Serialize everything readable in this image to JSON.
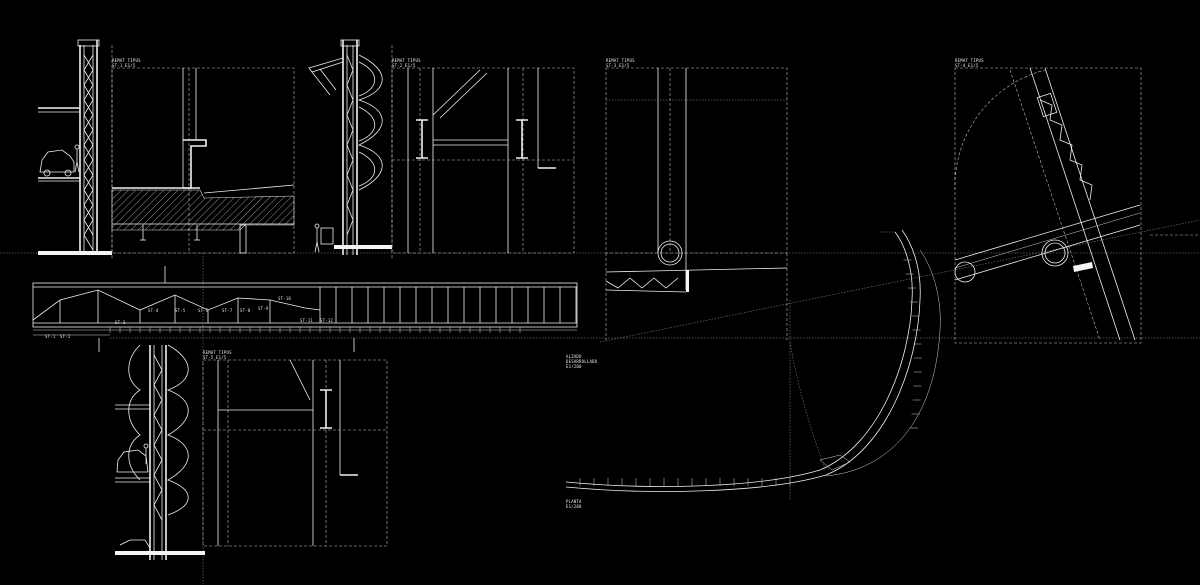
{
  "background": "#000000",
  "line_color": "#f0f0f0",
  "labels": {
    "detail_1": {
      "title": "REMAT TIPUS",
      "scale": "ST-1 E1/5"
    },
    "detail_2": {
      "title": "REMAT TIPUS",
      "scale": "ST-2 E1/5"
    },
    "detail_3": {
      "title": "REMAT TIPUS",
      "scale": "ST-3 E1/5"
    },
    "detail_4": {
      "title": "REMAT TIPUS",
      "scale": "ST-4 E1/5"
    },
    "detail_5": {
      "title": "REMAT TIPUS",
      "scale": "ST-5 E1/5"
    },
    "alzado": {
      "title": "ALZADO",
      "sub": "DESARROLLADO",
      "scale": "E1/200"
    },
    "planta": {
      "title": "PLANTA",
      "scale": "E1/200"
    },
    "elevation_tags": [
      "ST-1",
      "ST-2",
      "ST-3",
      "ST-4",
      "ST-5",
      "ST-6",
      "ST-7",
      "ST-8",
      "ST-9",
      "ST-10",
      "ST-11",
      "ST-12"
    ]
  }
}
